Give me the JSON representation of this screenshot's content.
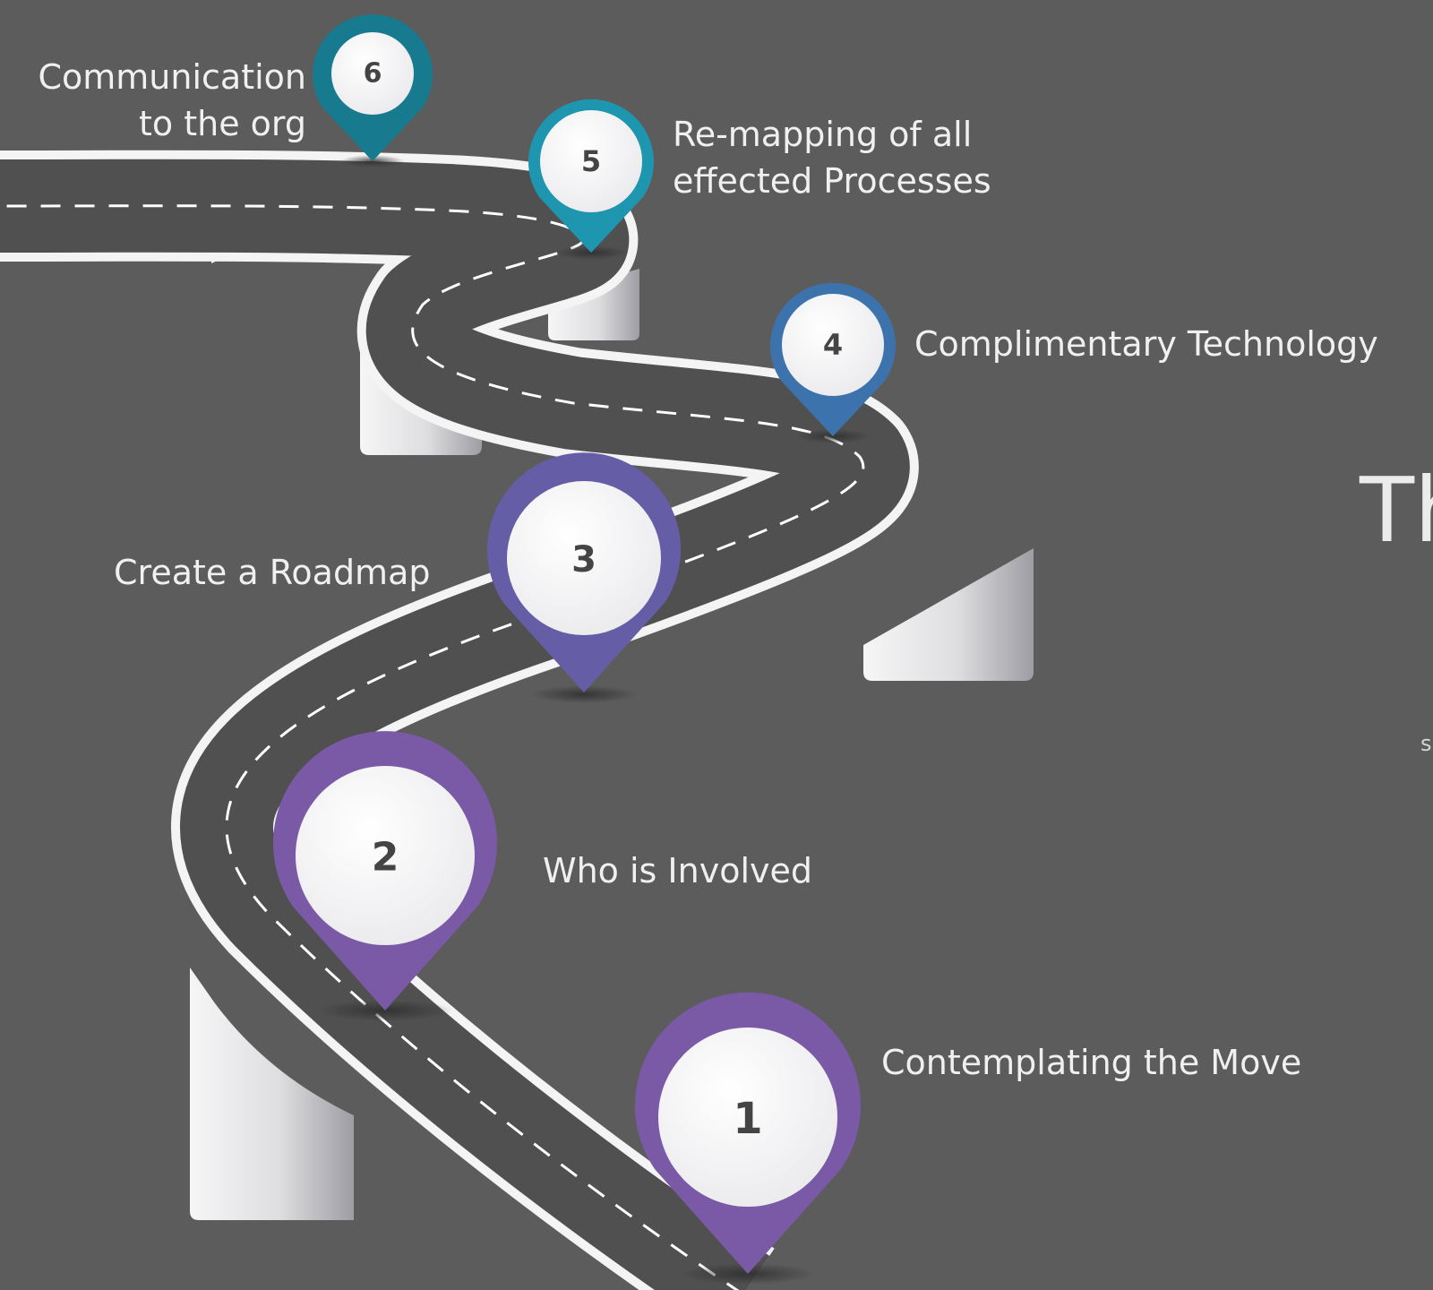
{
  "milestones": [
    {
      "number": "1",
      "label": "Contemplating the Move",
      "color": "#7a5aa6"
    },
    {
      "number": "2",
      "label": "Who is Involved",
      "color": "#7a5aa6"
    },
    {
      "number": "3",
      "label": "Create a Roadmap",
      "color": "#655ea6"
    },
    {
      "number": "4",
      "label": "Complimentary Technology",
      "color": "#3c73ad"
    },
    {
      "number": "5",
      "label_line1": "Re-mapping of all",
      "label_line2": "effected Processes",
      "color": "#1e96b0"
    },
    {
      "number": "6",
      "label_line1": "Communication",
      "label_line2": "to the org",
      "color": "#177a8f"
    }
  ],
  "partial_title": "Th",
  "partial_text": "s",
  "colors": {
    "background": "#5c5c5c",
    "road": "#505050",
    "edge": "#f4f4f4",
    "dash": "#ffffff",
    "pillar": "#e2e2e4"
  }
}
